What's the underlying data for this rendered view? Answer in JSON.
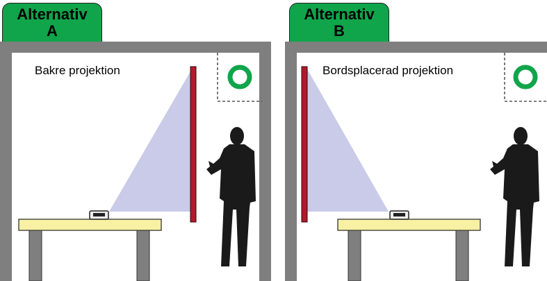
{
  "panels": [
    {
      "tab_line1": "Alternativ",
      "tab_line2": "A",
      "caption": "Bakre projektion"
    },
    {
      "tab_line1": "Alternativ",
      "tab_line2": "B",
      "caption": "Bordsplacerad projektion"
    }
  ],
  "colors": {
    "tab_green": "#10a54a",
    "wall": "#7f7f7f",
    "screen_red": "#b3192a",
    "beam": "#c9cbe8",
    "table_top": "#f8f1a4",
    "table_legs": "#7f7f7f",
    "ring": "#10a54a",
    "person": "#1a1a1a"
  },
  "icons": [
    "green-ring-icon",
    "projector-icon",
    "person-silhouette-icon"
  ]
}
